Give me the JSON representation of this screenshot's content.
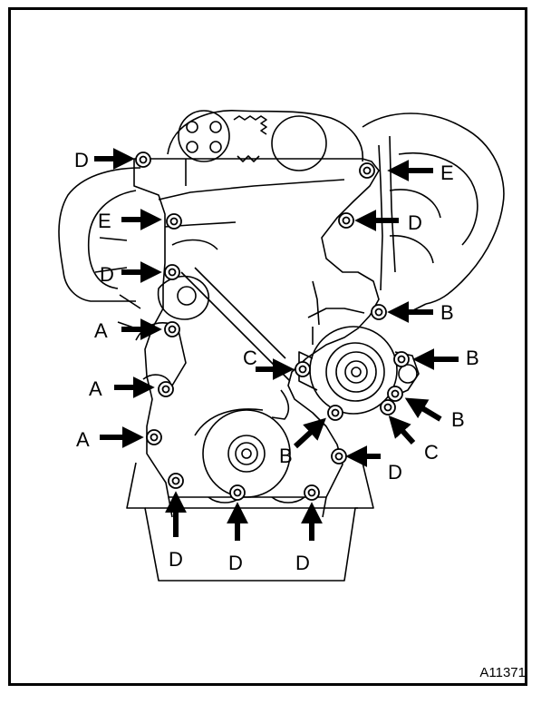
{
  "figure_code": "A11371",
  "colors": {
    "line": "#000000",
    "background": "#ffffff"
  },
  "bolt_callouts": [
    {
      "letter": "D"
    },
    {
      "letter": "E"
    },
    {
      "letter": "E"
    },
    {
      "letter": "D"
    },
    {
      "letter": "D"
    },
    {
      "letter": "B"
    },
    {
      "letter": "A"
    },
    {
      "letter": "C"
    },
    {
      "letter": "B"
    },
    {
      "letter": "A"
    },
    {
      "letter": "B"
    },
    {
      "letter": "A"
    },
    {
      "letter": "C"
    },
    {
      "letter": "B"
    },
    {
      "letter": "D"
    },
    {
      "letter": "D"
    },
    {
      "letter": "D"
    },
    {
      "letter": "D"
    }
  ]
}
